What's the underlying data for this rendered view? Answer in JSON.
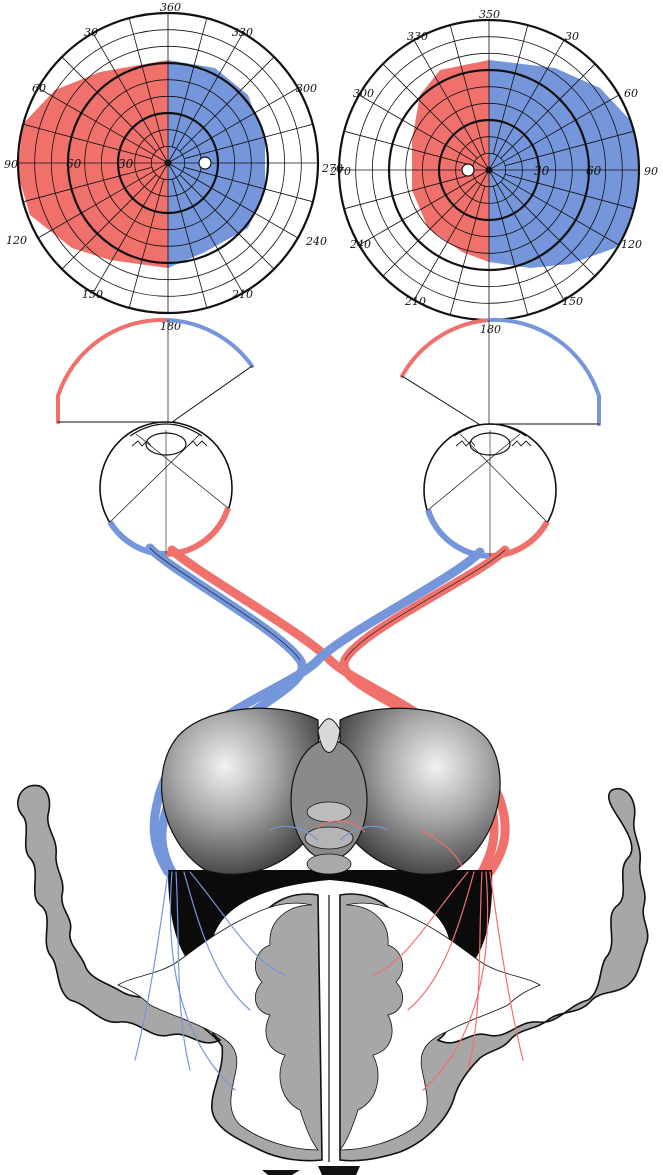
{
  "colors": {
    "red": "#f0706c",
    "blue": "#7596db",
    "ink": "#111111",
    "cortex": "#a7a7a7",
    "thalamus": "#8a8a8a"
  },
  "left_field": {
    "degree_labels": [
      "360",
      "30",
      "330",
      "60",
      "300",
      "90",
      "270",
      "120",
      "240",
      "150",
      "210",
      "180"
    ],
    "radial_labels": [
      "60",
      "30"
    ]
  },
  "right_field": {
    "degree_labels": [
      "350",
      "30",
      "330",
      "60",
      "300",
      "90",
      "270",
      "120",
      "240",
      "150",
      "210",
      "180"
    ],
    "radial_labels": [
      "30",
      "60"
    ]
  }
}
